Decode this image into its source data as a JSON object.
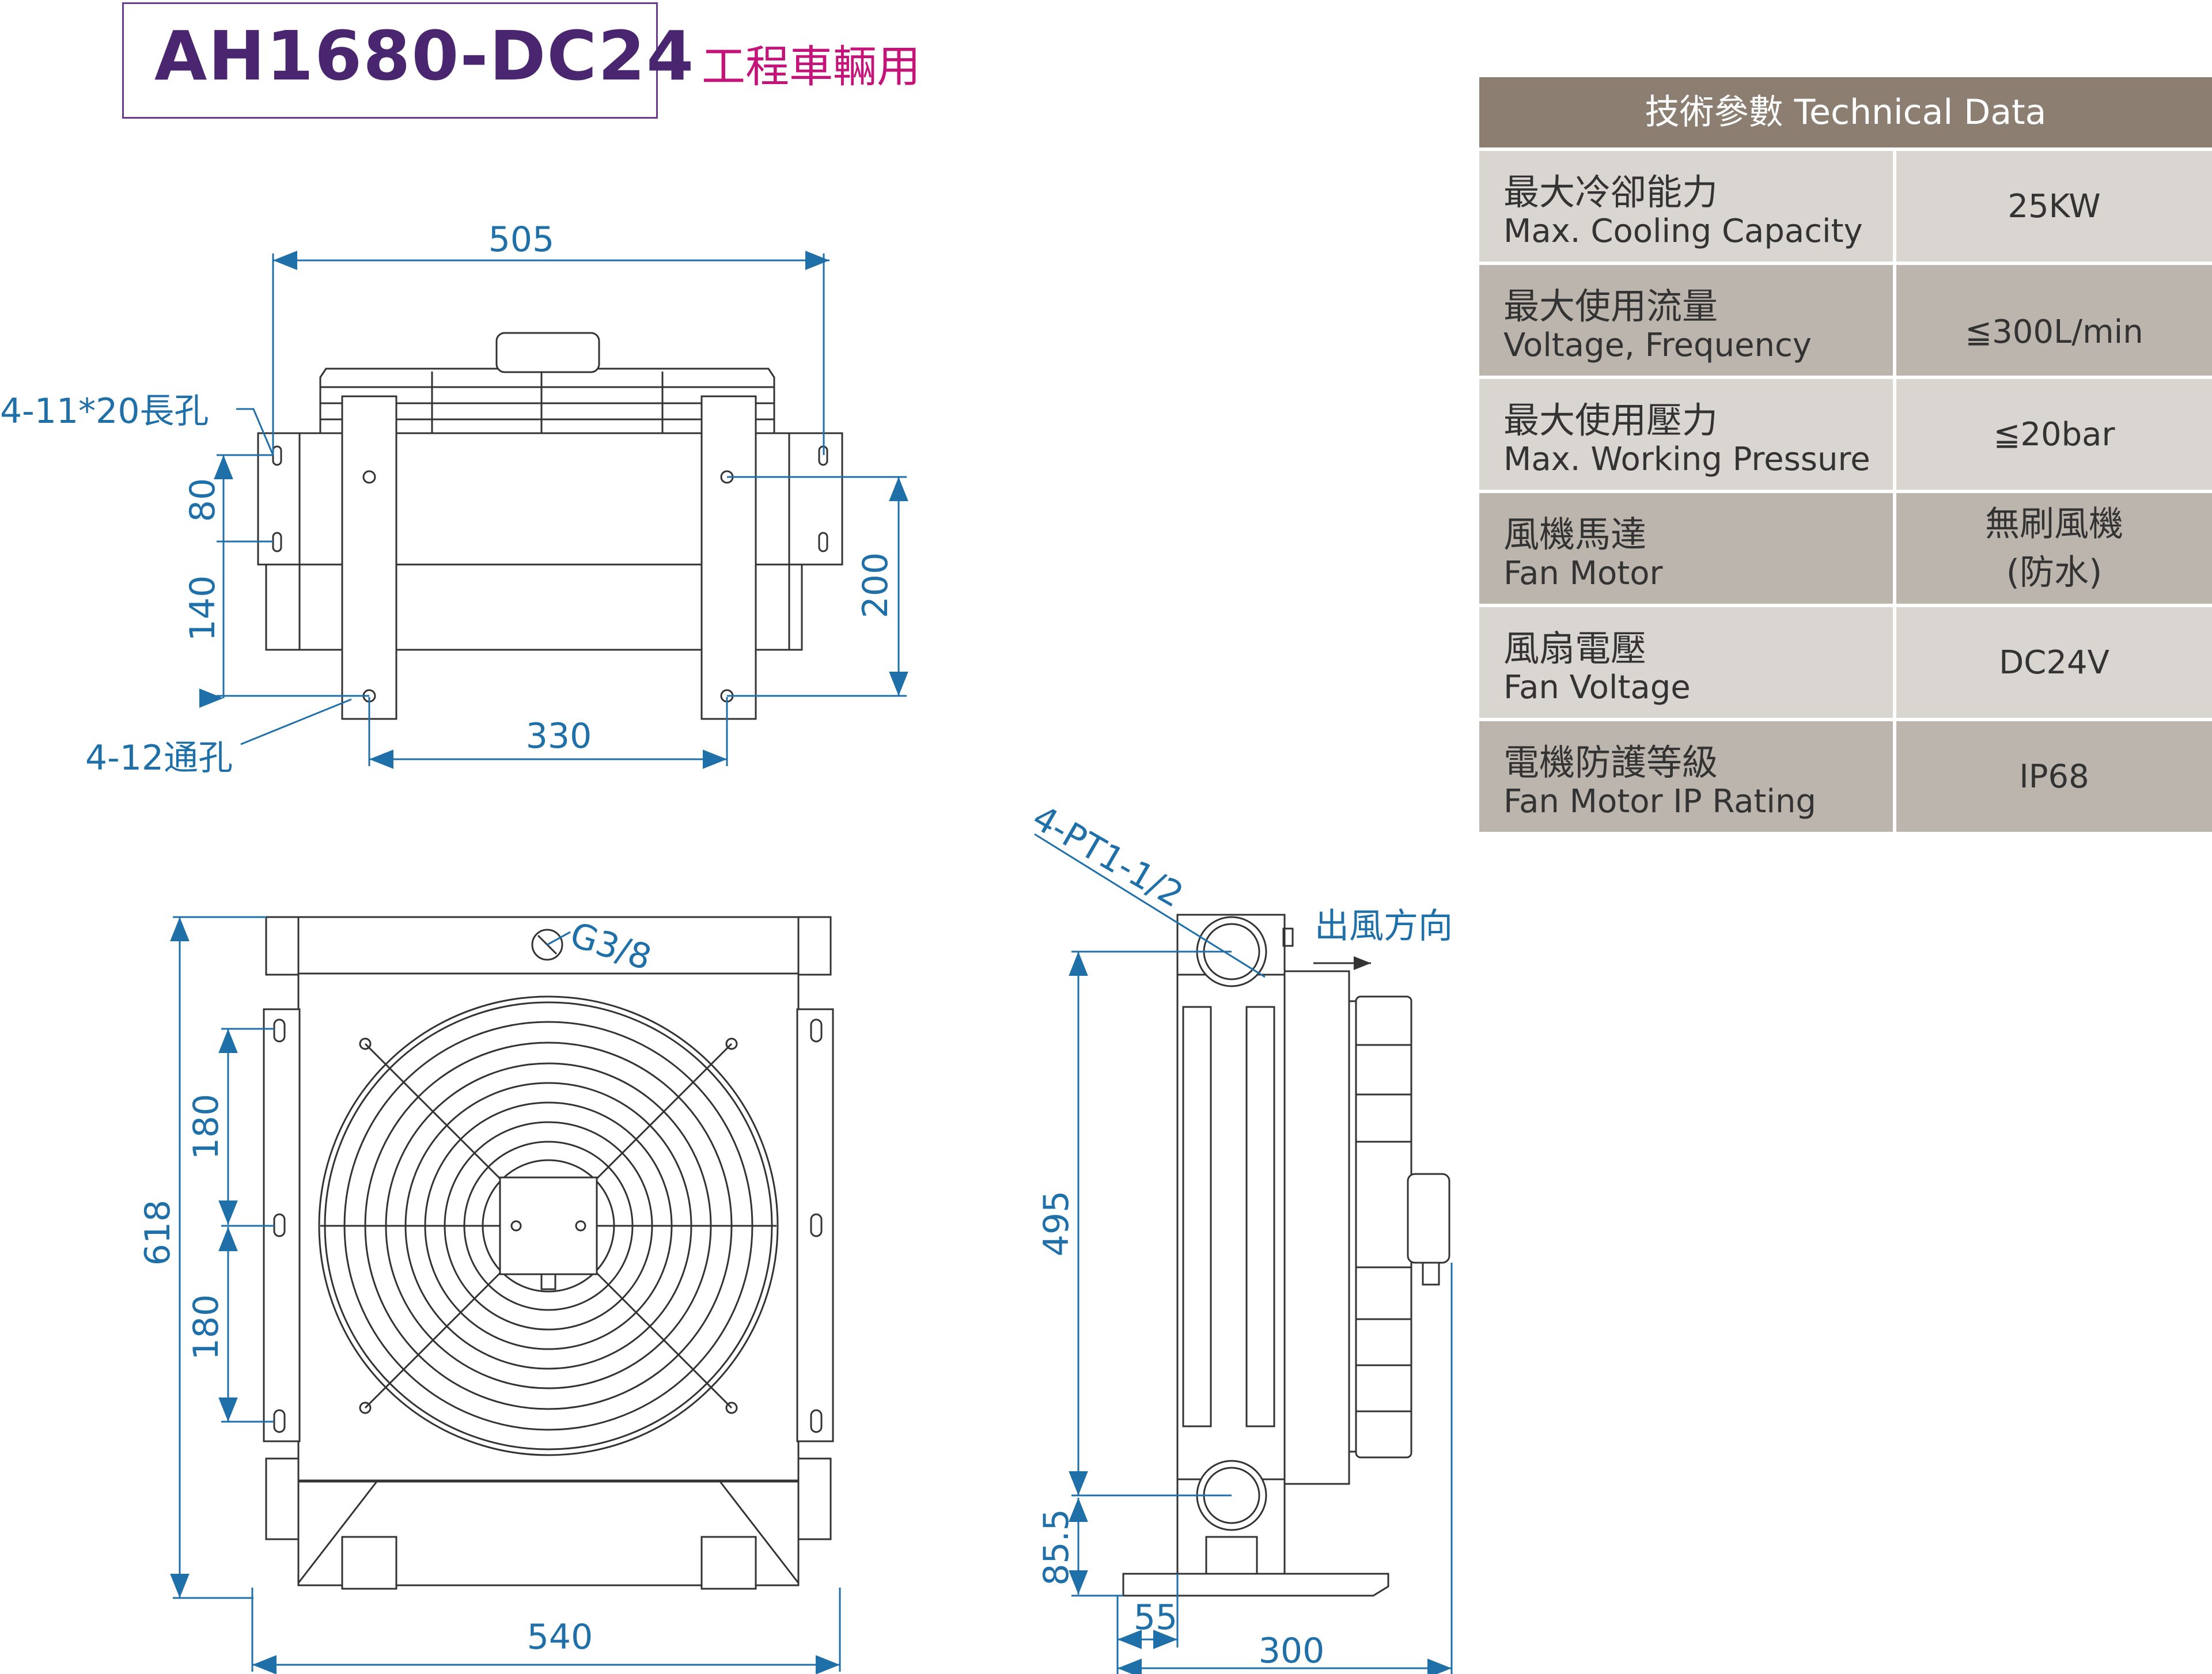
{
  "title": {
    "model": "AH1680-DC24",
    "subtitle": "工程車輛用"
  },
  "table": {
    "header": "技術參數 Technical Data",
    "rows": [
      {
        "zh": "最大冷卻能力",
        "en": "Max. Cooling Capacity",
        "value": "25KW"
      },
      {
        "zh": "最大使用流量",
        "en": "Voltage, Frequency",
        "value": "≦300L/min"
      },
      {
        "zh": "最大使用壓力",
        "en": "Max. Working Pressure",
        "value": "≦20bar"
      },
      {
        "zh": "風機馬達",
        "en": "Fan Motor",
        "value": "無刷風機\n(防水)"
      },
      {
        "zh": "風扇電壓",
        "en": "Fan Voltage",
        "value": "DC24V"
      },
      {
        "zh": "電機防護等級",
        "en": "Fan Motor IP Rating",
        "value": "IP68"
      }
    ]
  },
  "top_view": {
    "dim_width": "505",
    "dim_slot_height": "80",
    "dim_lower": "140",
    "dim_right": "200",
    "dim_hole_spacing": "330",
    "label_slots": "4-11*20長孔",
    "label_holes": "4-12通孔"
  },
  "front_view": {
    "dim_height": "618",
    "dim_upper": "180",
    "dim_lower": "180",
    "dim_width": "540",
    "label_plug": "G3/8"
  },
  "side_view": {
    "label_port": "4-PT1-1/2",
    "label_airflow": "出風方向",
    "dim_height": "495",
    "dim_base": "85.5",
    "dim_offset": "55",
    "dim_depth": "300"
  },
  "colors": {
    "dimension": "#1f6fa8",
    "outline": "#333333",
    "table_header": "#8c7f72",
    "title": "#4a2570",
    "subtitle": "#c4147a"
  }
}
